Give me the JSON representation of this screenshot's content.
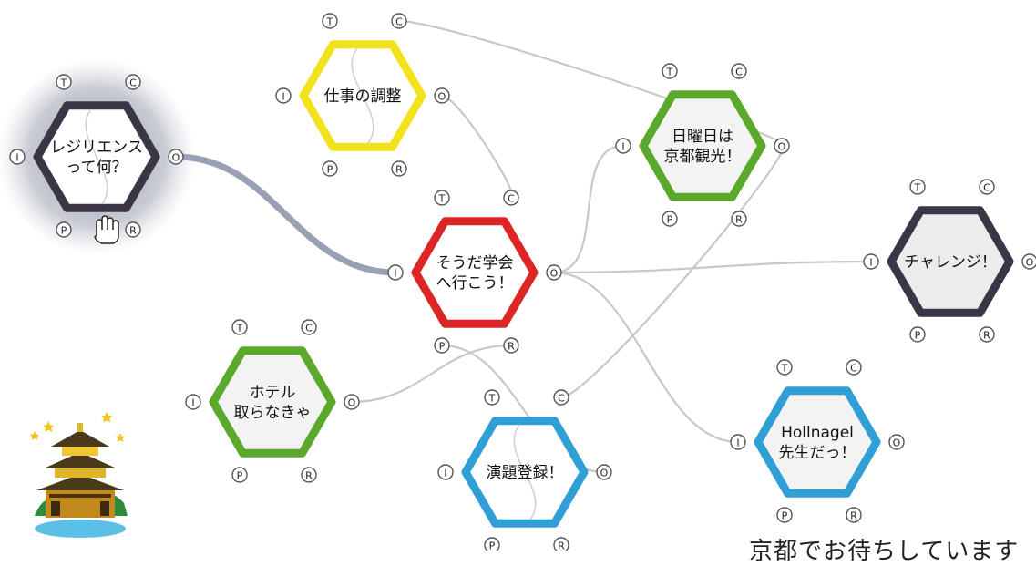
{
  "colors": {
    "yellow": "#f2e21d",
    "green": "#5aa82c",
    "red": "#dc2626",
    "blue": "#2f9fd6",
    "dark": "#3a3646",
    "link": "#c8c8c8",
    "highlight": "#9aa0b4"
  },
  "aspects": {
    "T": "T",
    "C": "C",
    "I": "I",
    "O": "O",
    "P": "P",
    "R": "R"
  },
  "functions": [
    {
      "id": "f-resilience",
      "lines": [
        "レジリエンス",
        "って何？"
      ],
      "color": "dark",
      "fill": "#ffffff",
      "wave": true,
      "glow": true
    },
    {
      "id": "f-work",
      "lines": [
        "仕事の調整"
      ],
      "color": "yellow",
      "fill": "#ffffff",
      "wave": true,
      "glow": false
    },
    {
      "id": "f-sunday",
      "lines": [
        "日曜日は",
        "京都観光！"
      ],
      "color": "green",
      "fill": "#f3f3f3",
      "wave": false,
      "glow": false
    },
    {
      "id": "f-conference",
      "lines": [
        "そうだ学会",
        "へ行こう！"
      ],
      "color": "red",
      "fill": "#ffffff",
      "wave": false,
      "glow": false
    },
    {
      "id": "f-challenge",
      "lines": [
        "チャレンジ！"
      ],
      "color": "dark",
      "fill": "#ececec",
      "wave": false,
      "glow": false
    },
    {
      "id": "f-hotel",
      "lines": [
        "ホテル",
        "取らなきゃ"
      ],
      "color": "green",
      "fill": "#f3f3f3",
      "wave": false,
      "glow": false
    },
    {
      "id": "f-abstract",
      "lines": [
        "演題登録！"
      ],
      "color": "blue",
      "fill": "#ffffff",
      "wave": true,
      "glow": false
    },
    {
      "id": "f-hollnagel",
      "lines": [
        "Hollnagel",
        "先生だっ！"
      ],
      "color": "blue",
      "fill": "#f3f3f3",
      "wave": false,
      "glow": false
    }
  ],
  "links": [
    {
      "from": "f-resilience.O",
      "to": "f-conference.I",
      "highlight": true
    },
    {
      "from": "f-work.O",
      "to": "f-conference.C",
      "highlight": false
    },
    {
      "from": "f-work.C",
      "to": "f-sunday.O",
      "highlight": false
    },
    {
      "from": "f-conference.O",
      "to": "f-sunday.I",
      "highlight": false
    },
    {
      "from": "f-conference.O",
      "to": "f-challenge.I",
      "highlight": false
    },
    {
      "from": "f-conference.O",
      "to": "f-hollnagel.I",
      "highlight": false
    },
    {
      "from": "f-hotel.O",
      "to": "f-conference.R",
      "highlight": false
    },
    {
      "from": "f-conference.P",
      "to": "f-abstract.O",
      "highlight": false
    },
    {
      "from": "f-abstract.C",
      "to": "f-sunday.O",
      "highlight": false
    }
  ],
  "caption": "京都でお待ちしています"
}
